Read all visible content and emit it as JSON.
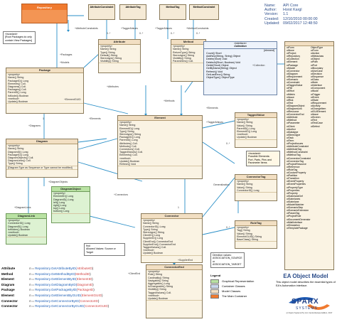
{
  "header": {
    "rows": [
      {
        "key": "Name:",
        "value": "API Core"
      },
      {
        "key": "Author:",
        "value": "Horst Kargl"
      },
      {
        "key": "Version:",
        "value": "1.1"
      },
      {
        "key": "Created:",
        "value": "12/10/2010 00:00:00"
      },
      {
        "key": "Updated:",
        "value": "09/02/2017 12:48:50"
      }
    ]
  },
  "top_boxes": {
    "repository": "Repository",
    "attribute_constraint": "AttributeConstraint",
    "attribute_tag": "AttributeTag",
    "method_tag": "MethodTag",
    "method_constraint": "MethodConstraint"
  },
  "classes": {
    "attribute": {
      "title": "Attribute",
      "lines": [
        "«property»",
        "Name() String",
        "Type() String",
        "Default() String",
        "Stereotype() String",
        "Visibility() String"
      ]
    },
    "method": {
      "title": "Method",
      "lines": [
        "«property»",
        "Name() String",
        "ReturnType() String",
        "Stereotype() String",
        "Visibility() String",
        "Parameters() Coll."
      ]
    },
    "package": {
      "title": "Package",
      "lines": [
        "«property»",
        "Name() String",
        "PackageID() Long",
        "Elements() Coll.",
        "Diagrams() Coll.",
        "Packages() Coll.",
        "ParentID() Long",
        "IsModel() Boolean",
        "«method»",
        "Update() Boolean"
      ]
    },
    "element": {
      "title": "Element",
      "lines": [
        "«property»",
        "Name() String",
        "ElementID() Long",
        "Type() String",
        "Stereotype() String",
        "PackageID() Long",
        "ParentID() Long",
        "Attributes() Coll.",
        "Methods() Coll.",
        "Connectors() Coll.",
        "TaggedValues() Coll.",
        "Elements() Coll.",
        "«method»",
        "Update() Boolean",
        "Refresh() Void"
      ]
    },
    "tagged_value": {
      "title": "TaggedValue",
      "lines": [
        "«property»",
        "Name() String",
        "Value() String",
        "ParentID() Long",
        "ElementID() Long",
        "«method»",
        "Update() Boolean"
      ]
    },
    "diagram": {
      "title": "Diagram",
      "lines": [
        "«property»",
        "Name() String",
        "DiagramID() Long",
        "PackageID() Long",
        "DiagramObjects() Coll.",
        "DiagramLinks() Coll.",
        "Type() String",
        "«method»",
        "Update() Boolean"
      ]
    },
    "diagram_object": {
      "title": "DiagramObject",
      "lines": [
        "«property»",
        "ElementID() Long",
        "DiagramID() Long",
        "left() Long",
        "right() Long",
        "top() Long",
        "bottom() Long"
      ]
    },
    "diagram_link": {
      "title": "DiagramLink",
      "lines": [
        "«property»",
        "ConnectorID() Long",
        "DiagramID() Long",
        "IsHidden() Boolean",
        "«method»",
        "Update() Boolean"
      ]
    },
    "connector": {
      "title": "Connector",
      "lines": [
        "«property»",
        "Name() String",
        "ConnectorID() Long",
        "Type() String",
        "Stereotype() String",
        "ClientID() Long",
        "SupplierID() Long",
        "ClientEnd() ConnectorEnd",
        "SupplierEnd() ConnectorEnd",
        "TaggedValues() Coll.",
        "«method»",
        "Update() Boolean"
      ]
    },
    "connector_tag": {
      "title": "ConnectorTag",
      "lines": [
        "«property»",
        "Name() String",
        "Value() String",
        "ConnectorID() Long"
      ]
    },
    "role_tag": {
      "title": "RoleTag",
      "lines": [
        "«property»",
        "Tag() String",
        "Value() String",
        "ElementGUID() String",
        "BaseClass() String"
      ]
    },
    "connector_end": {
      "title": "ConnectorEnd",
      "lines": [
        "«property»",
        "Role() String",
        "Cardinality() String",
        "Navigable() String",
        "Aggregation() Long",
        "IsChangeable() String",
        "Visibility() String",
        "TaggedValues() Coll.",
        "«method»",
        "Update() Boolean"
      ]
    }
  },
  "interface": {
    "stereotype": "«interface»",
    "title": "Collection",
    "section": "[element]",
    "lines": [
      "Count() Short",
      "AddNew(String, String) Object",
      "Delete(Short) Void",
      "DeleteAt(Short, Boolean) Void",
      "GetAt(Short) Object",
      "GetByName(String) Object",
      "Refresh() Void",
      "GetLastError() String",
      "ObjectType() ObjectType"
    ]
  },
  "notes": {
    "virtual": "«invariant»\n[Root Packages do only contain View Packages]",
    "diagram_constraint": "[Diagram Type as Sequence or Type cannot be modified]",
    "invariant_right": "«invariant»\nPossible Elements:\nPort, Parts, Pins and Parameter Items",
    "values_note": "find\nAllowed Values: Source or Target",
    "connector_note": "Direction values:\nASSOCIATION_SOURCE\nor\nASSOCIATION_TARGET"
  },
  "labels": [
    "+AttributeConstraints",
    "+TaggedValues",
    "+TaggedValues",
    "+MethodConstraints",
    "+Attributes",
    "+Methods",
    "+Packages",
    "+Models",
    "+Elements",
    "+Diagrams",
    "+Connectors",
    "+Elements",
    "+TaggedValues",
    "+DiagramObjects",
    "+DiagramLinks",
    "+ClientEnd",
    "+SupplierEnd",
    "+Collection",
    "Generalization",
    "+ElementGUID",
    "0..*",
    "0..*",
    "0..*",
    "0..*",
    "1",
    "1",
    "0..*",
    "0..*"
  ],
  "side_list": {
    "col1": [
      "otForm",
      "otNone",
      "otProject",
      "otRepository",
      "otCollection",
      "otElement",
      "otPackage",
      "otModel",
      "otConnector",
      "otDiagram",
      "otRequirement",
      "otScenario",
      "otConstraint",
      "otTaggedValue",
      "otFile",
      "otEffort",
      "otMetric",
      "otIssue",
      "otRisk",
      "otTest",
      "otDiagramObject",
      "otDiagramLink",
      "otResource",
      "otConnectorEnd",
      "otAttribute",
      "otMethod",
      "otParameter",
      "otClient",
      "otAuthor",
      "otDatatype",
      "otStereotype",
      "otTask",
      "otTerm",
      "otProjectIssues",
      "otAttributeConstraint",
      "otAttributeTag",
      "otMethodConstraint",
      "otMethodTag",
      "otConnectorConstraint",
      "otConnectorTag",
      "otProjectResource",
      "otReference",
      "otRoleTag",
      "otCustomProperty",
      "otPartition",
      "otTransition",
      "otEventProperty",
      "otEventProperties",
      "otPropertyType",
      "otProperties",
      "otProperty",
      "otSwimlaneDef",
      "otSwimlanes",
      "otSwimlane",
      "otModelWatcher",
      "otScenarioStep",
      "otScenarioExtension",
      "otParamTag",
      "otProjectRole",
      "otDocumentGenerator",
      "otMailInterface",
      "otSimulation",
      "otTemplatePackage"
    ],
    "col2": [
      "ObjectType",
      "otForm",
      "otAction",
      "otMetaclass",
      "otObject",
      "otPath",
      "otPort",
      "otBoundary",
      "otUseCase",
      "otDecision",
      "otSequence",
      "otClass",
      "otNote",
      "otInterface",
      "otComponent",
      "otNode",
      "otTrigger",
      "otEvent",
      "otState",
      "otRequirement",
      "otActivity",
      "otChangeItem",
      "otGUIElement",
      "otIssue",
      "otScreen",
      "otText",
      "otTestCase",
      "otDefect"
    ]
  },
  "code_list": [
    {
      "name": "Attribute",
      "mult": "n",
      "call": "Repository.GetAttributeByID(",
      "arg": "AttributeID",
      "close": ")"
    },
    {
      "name": "Method",
      "mult": "n",
      "call": "Repository.GetMethodByID(",
      "arg": "MethodID",
      "close": ")"
    },
    {
      "name": "Element",
      "mult": "n",
      "call": "Repository.GetElementByID(",
      "arg": "ElementID",
      "close": ")"
    },
    {
      "name": "Diagram",
      "mult": "n",
      "call": "Repository.GetDiagramByID(",
      "arg": "DiagramID",
      "close": ")"
    },
    {
      "name": "Package",
      "mult": "n",
      "call": "Repository.GetPackageByID(",
      "arg": "PackageID",
      "close": ")"
    },
    {
      "name": "Element",
      "mult": "n",
      "call": "Repository.GetElementByGUID(",
      "arg": "ElementGUID",
      "close": ")"
    },
    {
      "name": "Connector",
      "mult": "n",
      "call": "Repository.GetConnectorByID(",
      "arg": "ConnectorID",
      "close": ")"
    },
    {
      "name": "Connector",
      "mult": "n",
      "call": "Repository.GetConnectorByGUID(",
      "arg": "ConnectorGUID",
      "close": ")"
    }
  ],
  "legend": {
    "title": "Legend",
    "items": [
      {
        "label": "Graphical Representation",
        "color": "#b9e2a3"
      },
      {
        "label": "Container Classes",
        "color": "#c9d8ee"
      },
      {
        "label": "Model Classes",
        "color": "#f2dfc3"
      },
      {
        "label": "The Main Container",
        "color": "#f07a2f"
      }
    ]
  },
  "title_block": {
    "title": "EA Object Model",
    "description": "This object model describes the essential types of EA's Automation interface.",
    "logo_main": "SPARX",
    "logo_sub": "SYSTEMS",
    "copyright": "(c) Sparx Systems Pty Ltd, Central Europe Edition, 2017"
  },
  "colors": {
    "accent": "#2a8fc7",
    "link": "#2a8fc7",
    "orange": "#f07a2f"
  }
}
